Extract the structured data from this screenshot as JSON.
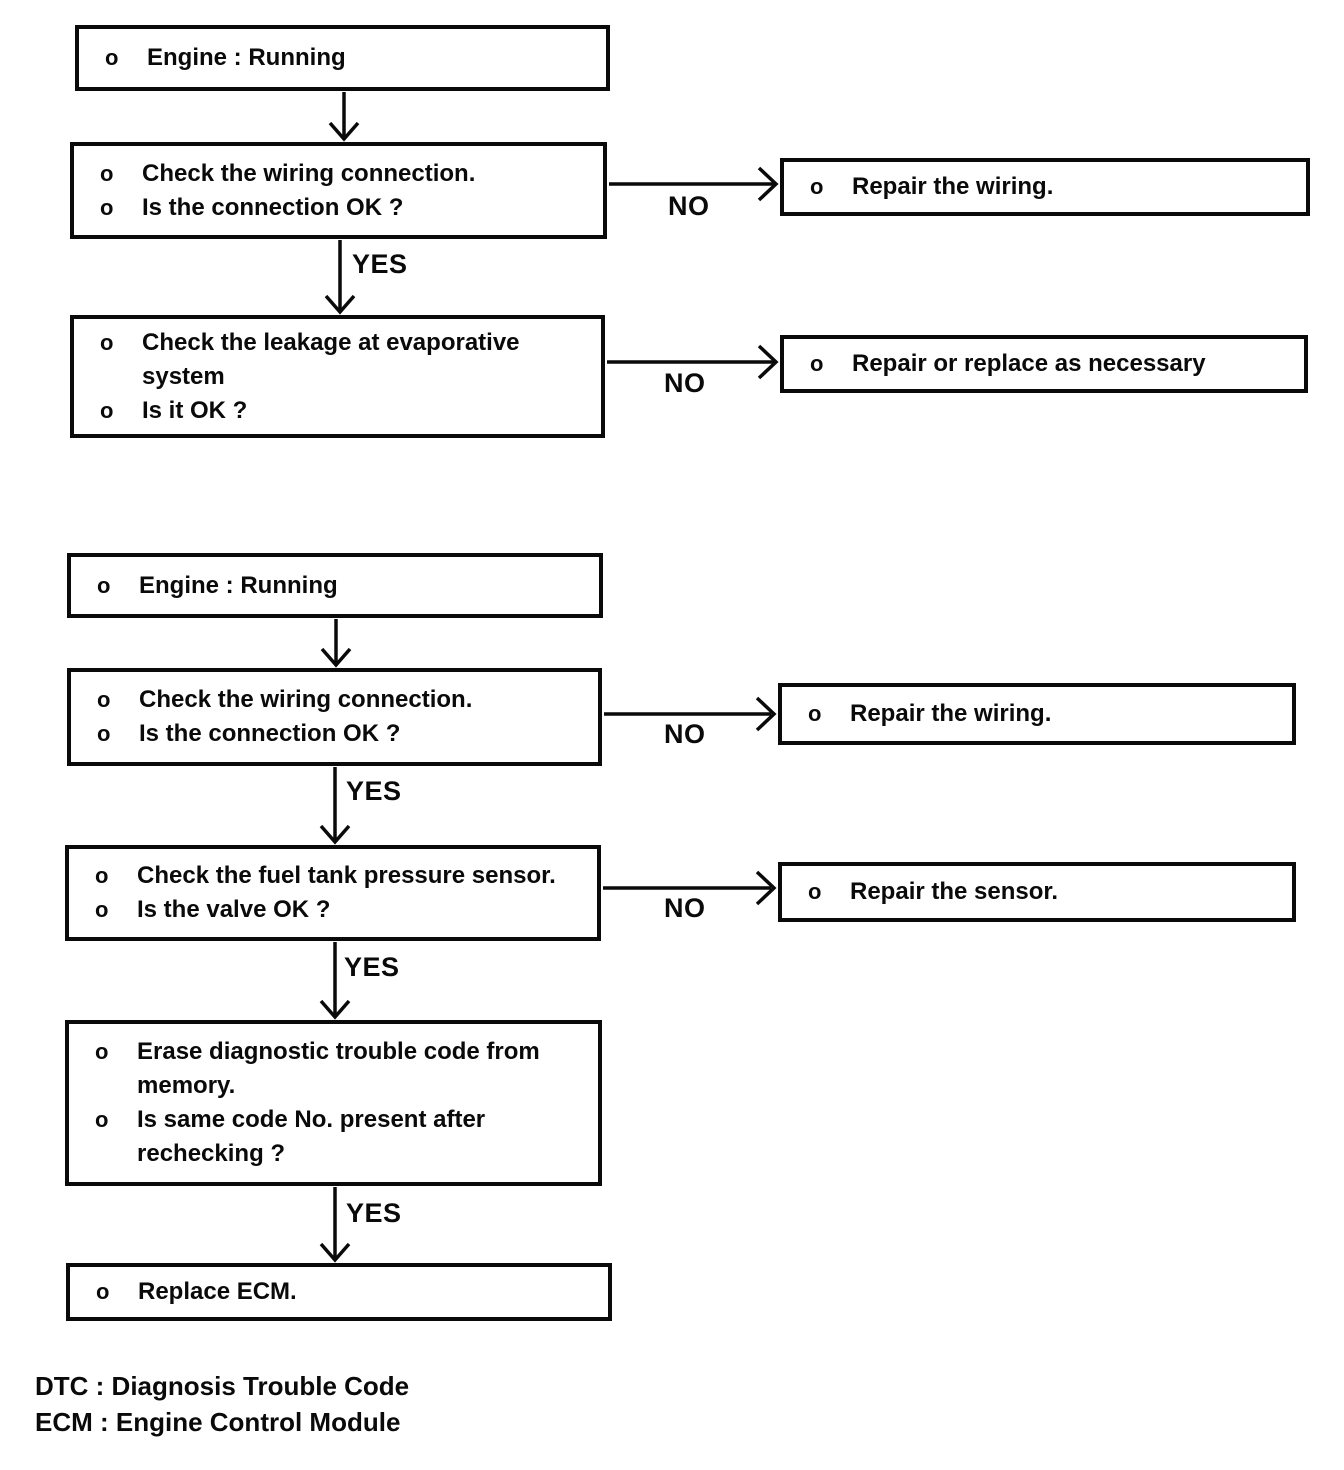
{
  "bullet": "o",
  "labels": {
    "yes": "YES",
    "no": "NO"
  },
  "flow1": {
    "start": {
      "line1": "Engine : Running"
    },
    "check_wiring": {
      "line1": "Check the wiring connection.",
      "line2": "Is the connection OK ?"
    },
    "repair_wiring": {
      "line1": "Repair the wiring."
    },
    "check_leakage": {
      "line1": "Check the leakage at evaporative system",
      "line2": "Is it OK ?"
    },
    "repair_replace": {
      "line1": "Repair or replace as necessary"
    }
  },
  "flow2": {
    "start": {
      "line1": "Engine : Running"
    },
    "check_wiring": {
      "line1": "Check the wiring connection.",
      "line2": "Is the connection OK ?"
    },
    "repair_wiring": {
      "line1": "Repair the wiring."
    },
    "check_sensor": {
      "line1": "Check the fuel tank pressure sensor.",
      "line2": "Is the valve OK ?"
    },
    "repair_sensor": {
      "line1": "Repair the sensor."
    },
    "erase_code": {
      "line1": "Erase diagnostic trouble code from memory.",
      "line2": "Is same code No. present after rechecking ?"
    },
    "replace_ecm": {
      "line1": "Replace ECM."
    }
  },
  "legend": {
    "dtc": "DTC : Diagnosis Trouble Code",
    "ecm": "ECM : Engine Control Module"
  },
  "colors": {
    "ink": "#0a0a0a",
    "paper": "#ffffff"
  }
}
